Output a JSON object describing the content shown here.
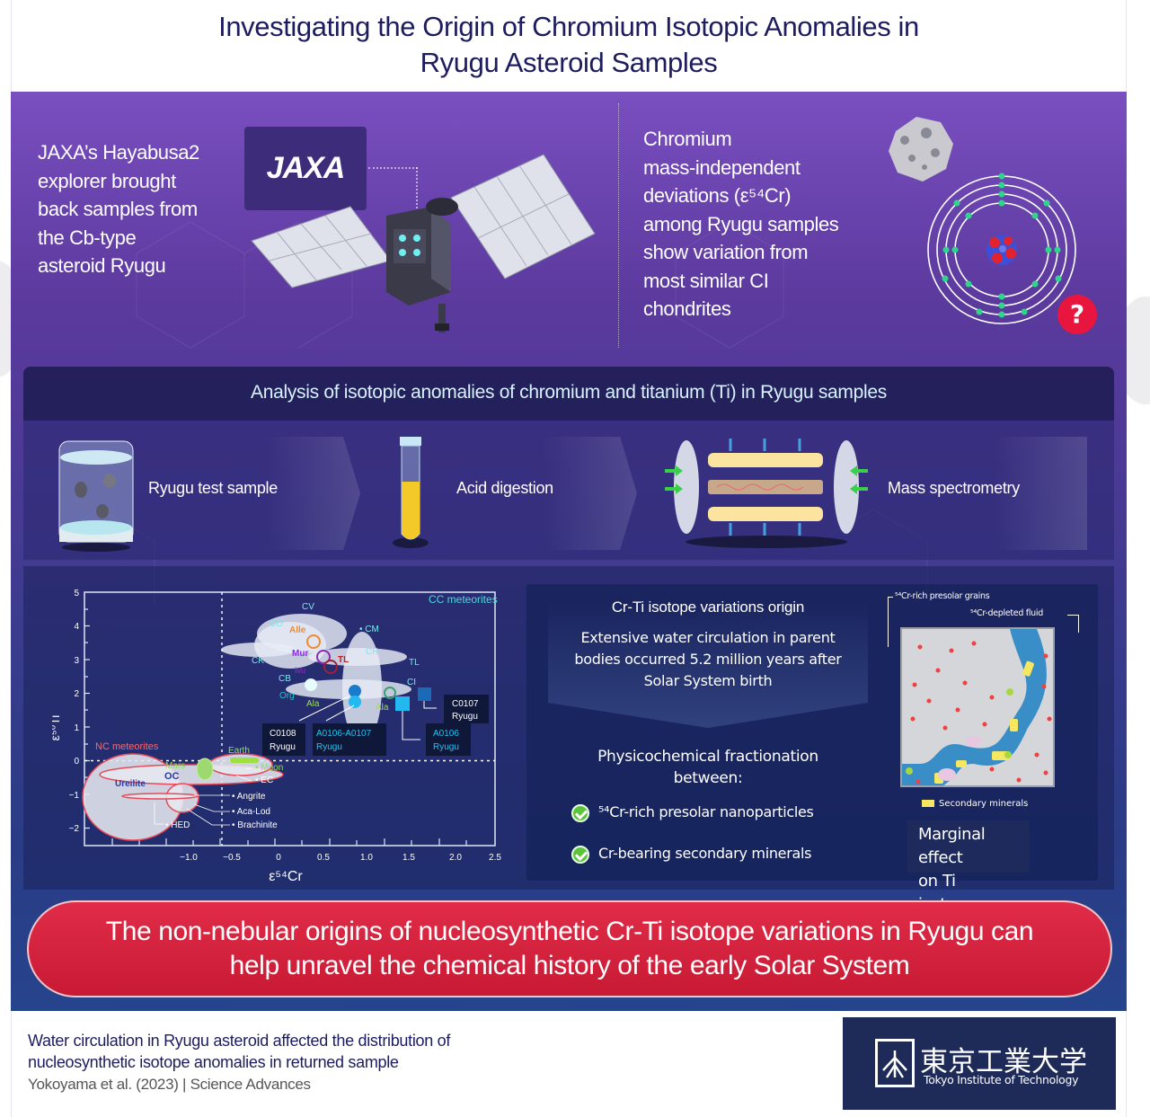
{
  "header": {
    "title_line1": "Investigating the Origin of Chromium Isotopic Anomalies in",
    "title_line2": "Ryugu Asteroid Samples"
  },
  "intro": {
    "left_text": [
      "JAXA’s Hayabusa2",
      "explorer brought",
      "back samples from",
      "the Cb-type",
      "asteroid Ryugu"
    ],
    "jaxa_logo": "JAXA",
    "right_text": [
      "Chromium",
      "mass-independent",
      "deviations (ε⁵⁴Cr)",
      "among Ryugu samples",
      "show variation from",
      "most similar CI",
      "chondrites"
    ],
    "question_mark": "?",
    "icons": [
      "spacecraft-icon",
      "asteroid-icon",
      "atom-icon",
      "question-icon"
    ]
  },
  "analysis": {
    "title": "Analysis of isotopic anomalies of chromium and titanium (Ti) in Ryugu samples",
    "steps": [
      {
        "label": "Ryugu test sample",
        "icon": "sample-container-icon"
      },
      {
        "label": "Acid digestion",
        "icon": "test-tube-icon"
      },
      {
        "label": "Mass spectrometry",
        "icon": "mass-spectrometer-icon"
      }
    ]
  },
  "findings": {
    "origin_title": "Cr-Ti isotope variations origin",
    "origin_body": [
      "Extensive water circulation in parent",
      "bodies occurred 5.2   million years after",
      "Solar System birth"
    ],
    "fractionation_title": [
      "Physicochemical fractionation",
      "between:"
    ],
    "checks": [
      "⁵⁴Cr-rich presolar nanoparticles",
      "Cr-bearing secondary minerals"
    ],
    "micro_labels": {
      "grains": "⁵⁴Cr-rich presolar grains",
      "fluid": "⁵⁴Cr-depleted fluid",
      "minerals": "Secondary minerals"
    },
    "marginal": [
      "Marginal effect",
      "on Ti isotopes"
    ]
  },
  "conclusion": {
    "line1": "The non-nebular origins of nucleosynthetic Cr-Ti isotope variations in Ryugu can",
    "line2": "help unravel the chemical history of the early Solar System"
  },
  "footer": {
    "caption_line1": "Water circulation in Ryugu asteroid affected the distribution of",
    "caption_line2": "nucleosynthetic isotope anomalies in returned sample",
    "citation": "Yokoyama et al. (2023) | Science Advances",
    "logo_kanji": "東京工業大学",
    "logo_english": "Tokyo Institute of Technology"
  },
  "colors": {
    "title": "#1c1c5e",
    "panel_top": "#7a4fc0",
    "panel_bottom": "#26448c",
    "conclusion_red": "#d52440",
    "check_green": "#5bc43a",
    "cc_label": "#4fd6e0",
    "nc_label": "#f06a78",
    "earth_green": "#8ee05a"
  },
  "chart_data": {
    "type": "scatter",
    "title": "",
    "xlabel": "ε⁵⁴Cr",
    "ylabel": "ε⁵⁰Ti",
    "xlim": [
      -1.5,
      2.5
    ],
    "ylim": [
      -2.5,
      5
    ],
    "xticks": [
      "−1.0",
      "−0.5",
      "0",
      "0.5",
      "1.0",
      "1.5",
      "2.0",
      "2.5"
    ],
    "yticks": [
      "−2",
      "−1",
      "0",
      "1",
      "2",
      "3",
      "4",
      "5"
    ],
    "reference_lines": {
      "x": -0.6,
      "y": 0
    },
    "groups": [
      {
        "name": "CC meteorites",
        "position": "top-right"
      },
      {
        "name": "NC meteorites",
        "position": "left"
      }
    ],
    "series": [
      {
        "name": "CV",
        "x": 0.6,
        "y": 3.9,
        "group": "CC"
      },
      {
        "name": "CO",
        "x": 0.2,
        "y": 3.6,
        "group": "CC"
      },
      {
        "name": "CM",
        "x": 0.8,
        "y": 3.2,
        "group": "CC"
      },
      {
        "name": "CK",
        "x": 0.3,
        "y": 3.0,
        "group": "CC"
      },
      {
        "name": "CR",
        "x": 1.15,
        "y": 2.7,
        "group": "CC"
      },
      {
        "name": "CB",
        "x": 0.4,
        "y": 2.4,
        "group": "CC"
      },
      {
        "name": "TL",
        "x": 1.4,
        "y": 2.5,
        "group": "CC"
      },
      {
        "name": "CI",
        "x": 1.5,
        "y": 2.1,
        "group": "CC"
      },
      {
        "name": "Alle",
        "x": 0.7,
        "y": 3.4,
        "group": "CC"
      },
      {
        "name": "Mur",
        "x": 0.85,
        "y": 3.0,
        "group": "CC"
      },
      {
        "name": "TL (point)",
        "x": 0.9,
        "y": 2.8,
        "group": "CC"
      },
      {
        "name": "Org",
        "x": 0.65,
        "y": 2.0,
        "group": "CC"
      },
      {
        "name": "Ala",
        "x": 1.3,
        "y": 2.0,
        "group": "CC"
      },
      {
        "name": "C0108 Ryugu",
        "x": 1.0,
        "y": 2.0,
        "group": "Ryugu"
      },
      {
        "name": "A0106-A0107 Ryugu",
        "x": 1.05,
        "y": 1.7,
        "group": "Ryugu"
      },
      {
        "name": "A0106 Ryugu",
        "x": 1.55,
        "y": 1.6,
        "group": "Ryugu"
      },
      {
        "name": "C0107 Ryugu",
        "x": 1.7,
        "y": 1.9,
        "group": "Ryugu"
      },
      {
        "name": "Earth",
        "x": -0.35,
        "y": 0.0,
        "group": "NC"
      },
      {
        "name": "Moon",
        "x": -0.35,
        "y": -0.05,
        "group": "NC"
      },
      {
        "name": "Mars",
        "x": -0.75,
        "y": -0.4,
        "group": "NC"
      },
      {
        "name": "EC",
        "x": -0.5,
        "y": -0.2,
        "group": "NC"
      },
      {
        "name": "OC",
        "x": -0.8,
        "y": -0.65,
        "group": "NC"
      },
      {
        "name": "Ureilite",
        "x": -1.4,
        "y": -1.3,
        "group": "NC"
      },
      {
        "name": "Angrite",
        "x": -1.0,
        "y": -1.15,
        "group": "NC"
      },
      {
        "name": "Aca-Lod",
        "x": -1.0,
        "y": -1.35,
        "group": "NC"
      },
      {
        "name": "Brachinite",
        "x": -1.0,
        "y": -1.5,
        "group": "NC"
      },
      {
        "name": "HED",
        "x": -1.2,
        "y": -1.2,
        "group": "NC"
      }
    ]
  }
}
